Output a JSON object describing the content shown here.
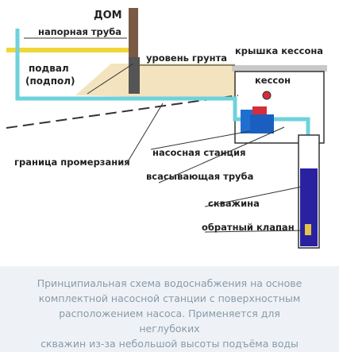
{
  "diagram": {
    "labels": {
      "house": "ДОМ",
      "pressure_pipe": "напорная труба",
      "basement_line1": "подвал",
      "basement_line2": "(подпол)",
      "ground_level": "уровень грунта",
      "caisson_lid": "крышка кессона",
      "caisson": "кессон",
      "freezing_boundary": "граница промерзания",
      "pump_station": "насосная станция",
      "suction_pipe": "всасывающая труба",
      "well": "скважина",
      "check_valve": "обратный клапан"
    },
    "colors": {
      "wall": "#7a5a45",
      "pipe_pressure": "#f0d63a",
      "pipe_water": "#6ed2dc",
      "soil": "#f3e4bf",
      "well_water": "#2a21a0",
      "pump": "#1f6fd0",
      "motor_cap": "#d72c3a"
    }
  },
  "caption": {
    "line1": "Принципиальная схема водоснабжения на основе",
    "line2": "комплектной насосной станции с поверхностным",
    "line3": "расположением насоса. Применяется для неглубоких",
    "line4": "скважин из-за небольшой высоты подъёма воды"
  }
}
